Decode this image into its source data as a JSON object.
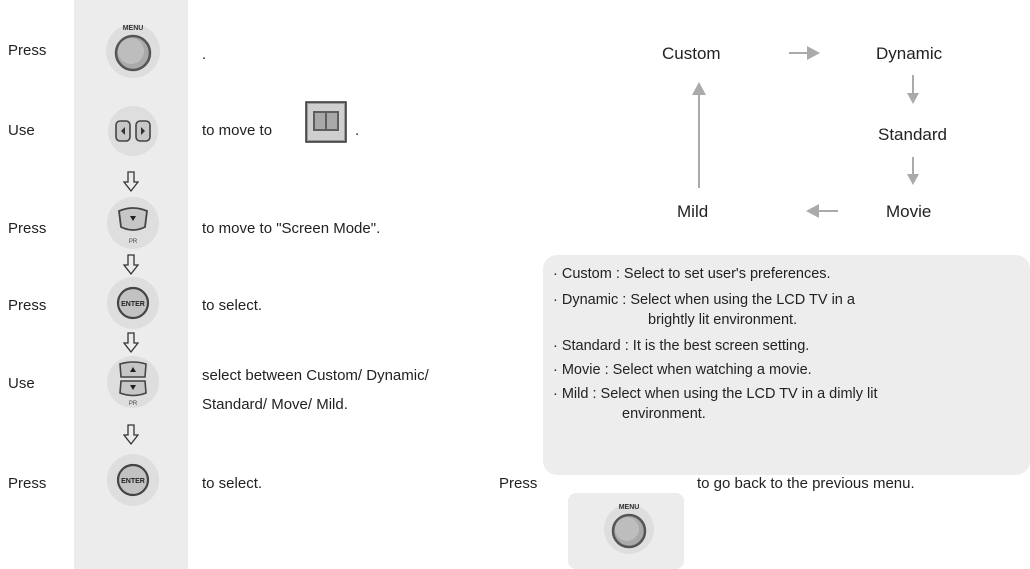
{
  "steps": [
    {
      "verb": "Press",
      "text": "."
    },
    {
      "verb": "Use",
      "text": "to move to",
      "suffix": "."
    },
    {
      "verb": "Press",
      "text": "to move to \"Screen Mode\"."
    },
    {
      "verb": "Press",
      "text": "to select."
    },
    {
      "verb": "Use",
      "text_line1": "select between Custom/ Dynamic/",
      "text_line2": "Standard/ Move/ Mild."
    },
    {
      "verb": "Press",
      "text": "to select."
    }
  ],
  "button_labels": {
    "menu": "MENU",
    "enter": "ENTER",
    "pr": "PR"
  },
  "flow": {
    "custom": "Custom",
    "dynamic": "Dynamic",
    "standard": "Standard",
    "movie": "Movie",
    "mild": "Mild"
  },
  "info": {
    "custom": "· Custom : Select to set user's preferences.",
    "dynamic_1": "· Dynamic : Select when using the LCD TV  in a",
    "dynamic_2": "brightly lit environment.",
    "standard": "· Standard : It is the best screen setting.",
    "movie": "· Movie : Select when watching a movie.",
    "mild_1": "· Mild : Select when using the LCD TV in a dimly lit",
    "mild_2": "environment."
  },
  "back": {
    "verb": "Press",
    "text": "to go back to the previous menu."
  },
  "icons": [
    "menu-button-icon",
    "left-right-button-icon",
    "screen-menu-icon",
    "down-button-icon",
    "enter-button-icon",
    "up-down-button-icon",
    "down-arrow-icon",
    "arrow-right-icon",
    "arrow-left-icon",
    "arrow-up-icon"
  ]
}
